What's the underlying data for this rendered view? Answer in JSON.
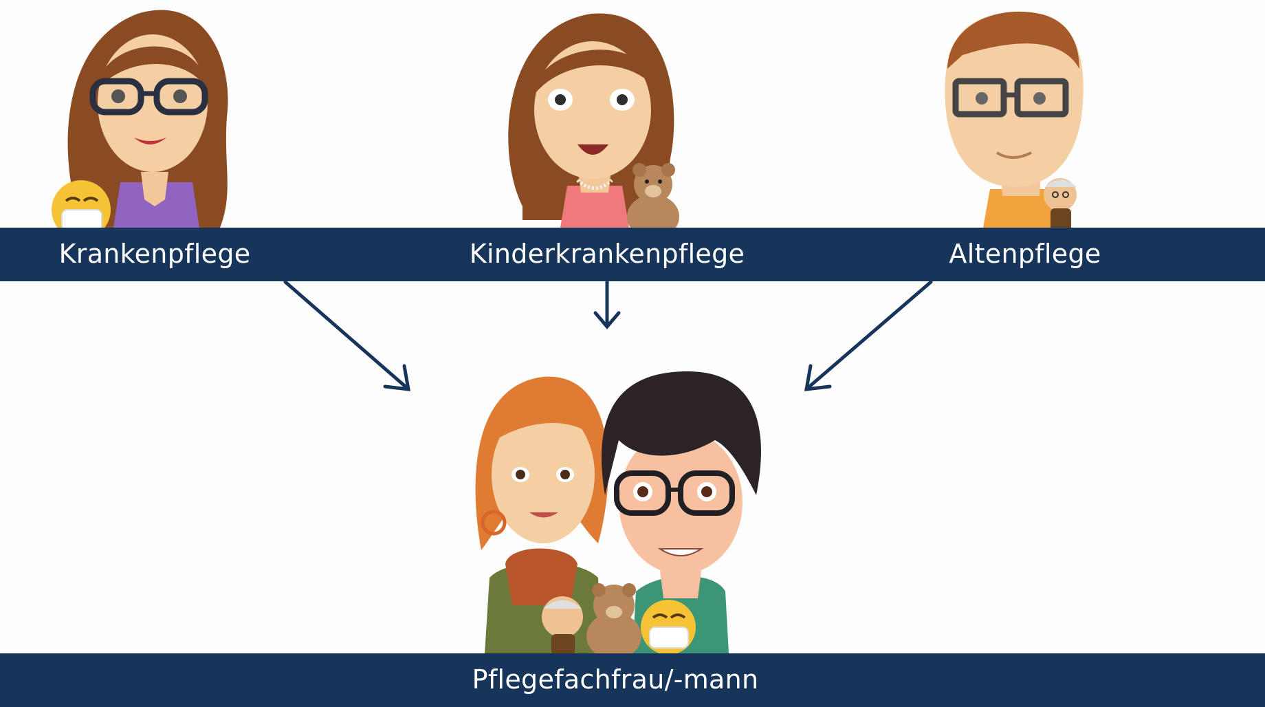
{
  "top_categories": [
    {
      "label": "Krankenpflege",
      "badge_icon": "face-mask-emoji-icon"
    },
    {
      "label": "Kinderkrankenpflege",
      "badge_icon": "teddy-bear-icon"
    },
    {
      "label": "Altenpflege",
      "badge_icon": "elderly-man-icon"
    }
  ],
  "result": {
    "label": "Pflegefachfrau/-mann",
    "badge_icons": [
      "elderly-man-icon",
      "teddy-bear-icon",
      "face-mask-emoji-icon"
    ]
  },
  "colors": {
    "band": "#17345a",
    "arrow": "#17345a",
    "label_text": "#ffffff",
    "background": "#fdfdfd"
  }
}
